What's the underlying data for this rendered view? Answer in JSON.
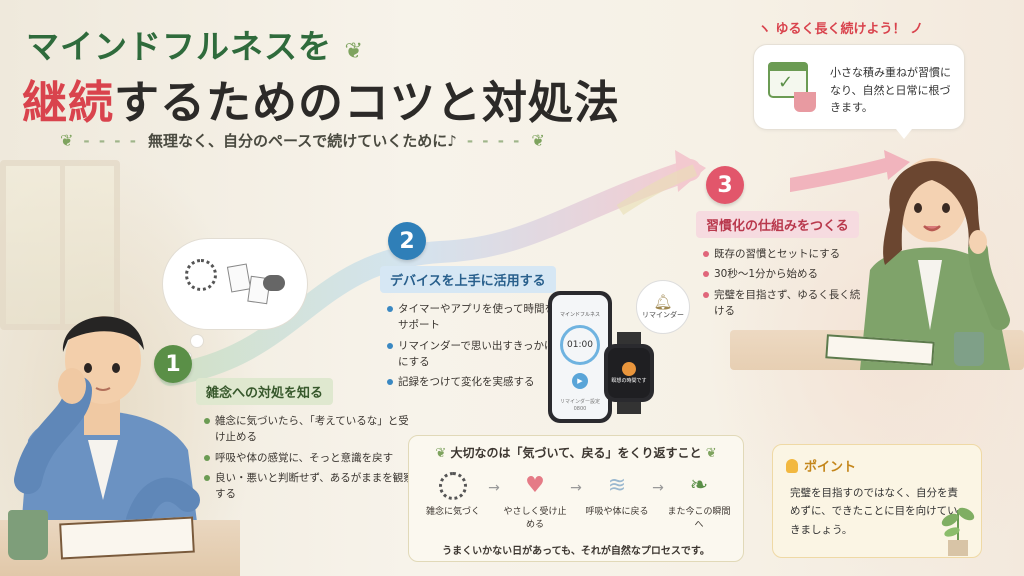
{
  "title": {
    "line1": "マインドフルネスを",
    "line2_accent": "継続",
    "line2_rest": "するためのコツと対処法",
    "subtitle": "無理なく、自分のペースで続けていくために♪"
  },
  "steps": [
    {
      "number": "1",
      "label": "雑念への対処を知る",
      "items": [
        "雑念に気づいたら、「考えているな」と受け止める",
        "呼吸や体の感覚に、そっと意識を戻す",
        "良い・悪いと判断せず、あるがままを観察する"
      ]
    },
    {
      "number": "2",
      "label": "デバイスを上手に活用する",
      "items": [
        "タイマーやアプリを使って時間をサポート",
        "リマインダーで思い出すきっかけにする",
        "記録をつけて変化を実感する"
      ]
    },
    {
      "number": "3",
      "label": "習慣化の仕組みをつくる",
      "items": [
        "既存の習慣とセットにする",
        "30秒〜1分から始める",
        "完璧を目指さず、ゆるく長く続ける"
      ]
    }
  ],
  "device": {
    "app_name": "マインドフルネス",
    "timer": "01:00",
    "footer": "リマインダー設定",
    "footer_time": "0800",
    "watch_text": "瞑想の時間です",
    "reminder_label": "リマインダー"
  },
  "encourage": {
    "heading": "ゆるく長く続けよう！",
    "text": "小さな積み重ねが習慣になり、自然と日常に根づきます。"
  },
  "cycle": {
    "title": "大切なのは「気づいて、戻る」をくり返すこと",
    "flow": [
      {
        "label": "雑念に気づく",
        "icon": "scribble-icon"
      },
      {
        "label": "やさしく受け止める",
        "icon": "heart-icon"
      },
      {
        "label": "呼吸や体に戻る",
        "icon": "wind-icon"
      },
      {
        "label": "また今この瞬間へ",
        "icon": "sprout-icon"
      }
    ],
    "footer": "うまくいかない日があっても、それが自然なプロセスです。"
  },
  "point": {
    "heading": "ポイント",
    "text": "完璧を目指すのではなく、自分を責めずに、できたことに目を向けていきましょう。"
  },
  "colors": {
    "green": "#5a8f47",
    "blue": "#2f7fb8",
    "red": "#e2566b",
    "accent_title": "#d9434d"
  }
}
